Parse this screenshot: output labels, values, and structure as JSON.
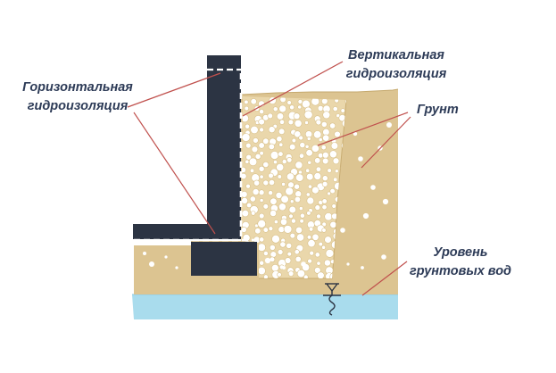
{
  "labels": {
    "horizontal": {
      "line1": "Горизонтальная",
      "line2": "гидроизоляция"
    },
    "vertical": {
      "line1": "Вертикальная",
      "line2": "гидроизоляция"
    },
    "soil": "Грунт",
    "groundwater": {
      "line1": "Уровень",
      "line2": "грунтовых вод"
    }
  },
  "colors": {
    "soil": "#dcc491",
    "gravel_fill": "#ead7ab",
    "groundwater": "#a9dced",
    "foundation": "#2c3443",
    "leader_lines": "#c0504d",
    "text": "#2d3b57"
  }
}
